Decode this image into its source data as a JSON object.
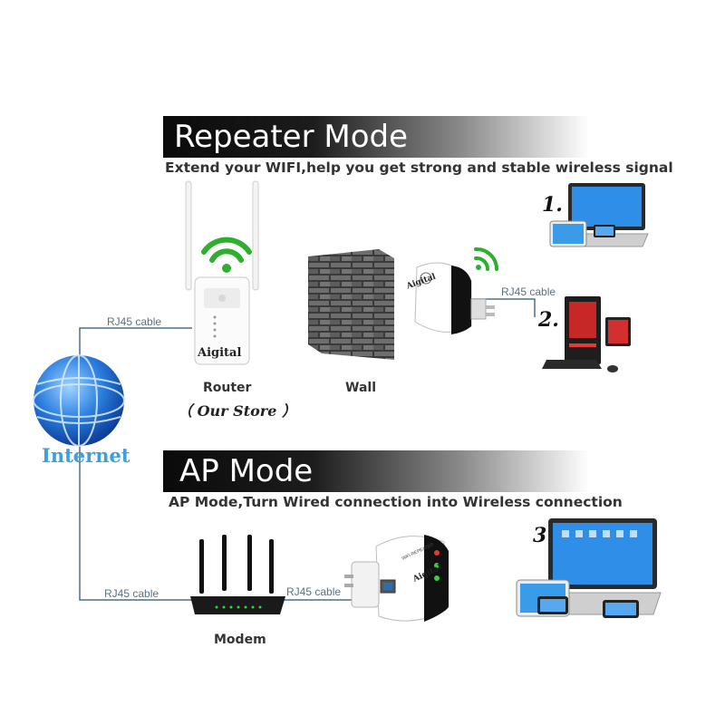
{
  "repeater": {
    "title": "Repeater Mode",
    "subtitle": "Extend your WIFI,help you get strong and stable wireless signal",
    "router_label": "Router",
    "store_label": "（ Our Store ）",
    "wall_label": "Wall",
    "cable_left": "RJ45 cable",
    "cable_right": "RJ45 cable",
    "num1": "1.",
    "num2": "2."
  },
  "internet": {
    "label": "Internet"
  },
  "ap": {
    "title": "AP Mode",
    "subtitle": "AP Mode,Turn Wired connection into Wireless connection",
    "modem_label": "Modem",
    "cable_left": "RJ45 cable",
    "cable_mid": "RJ45 cable",
    "num3": "3."
  },
  "device_brand": "Aigital",
  "device_badge": "WiFi REPEATER",
  "colors": {
    "wifi_green": "#2fae2f",
    "cable": "#4e6f86",
    "globe": "#1f6fd1",
    "internet_text": "#3d9fe0"
  }
}
